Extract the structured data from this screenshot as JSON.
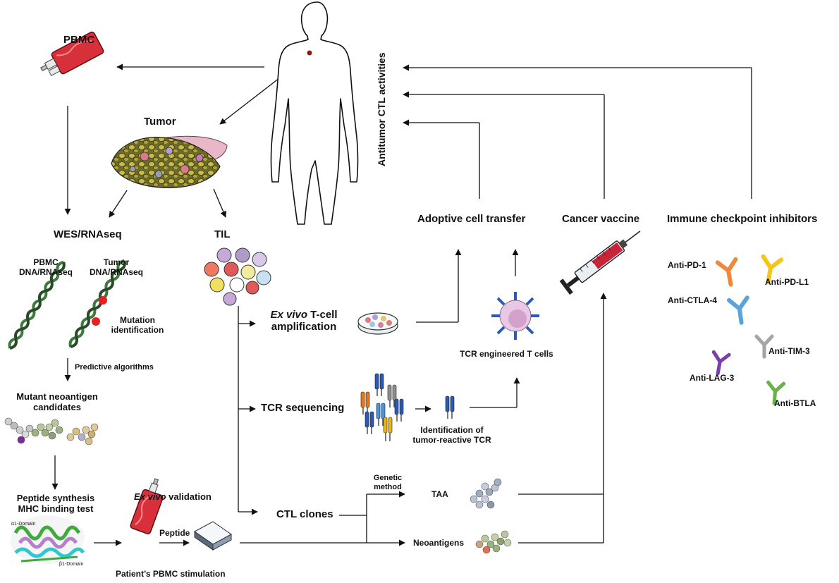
{
  "labels": {
    "pbmc": "PBMC",
    "tumor": "Tumor",
    "wes_rnaseq": "WES/RNAseq",
    "til": "TIL",
    "pbmc_seq_line1": "PBMC",
    "pbmc_seq_line2": "DNA/RNAseq",
    "tumor_seq_line1": "Tumor",
    "tumor_seq_line2": "DNA/RNAseq",
    "mutation_line1": "Mutation",
    "mutation_line2": "identification",
    "predictive_algorithms": "Predictive algorithms",
    "neoantigen_line1": "Mutant neoantigen",
    "neoantigen_line2": "candidates",
    "peptide_synthesis_line1": "Peptide synthesis",
    "peptide_synthesis_line2": "MHC binding test",
    "exvivo_validation_em": "Ex vivo",
    "exvivo_validation_rest": " validation",
    "peptide": "Peptide",
    "pbmc_stimulation": "Patient’s PBMC stimulation",
    "exvivo_amp_em": "Ex vivo",
    "exvivo_amp_rest": " T-cell",
    "exvivo_amp_line2": "amplification",
    "tcr_sequencing": "TCR sequencing",
    "identification_line1": "Identification of",
    "identification_line2": "tumor-reactive TCR",
    "tcr_engineered": "TCR engineered T cells",
    "ctl_clones": "CTL clones",
    "genetic_line1": "Genetic",
    "genetic_line2": "method",
    "taa": "TAA",
    "neoantigens": "Neoantigens",
    "adoptive": "Adoptive cell transfer",
    "vaccine": "Cancer vaccine",
    "checkpoint": "Immune checkpoint inhibitors",
    "antitumor": "Antitumor CTL activities",
    "domain_a1": "α1-Domain",
    "domain_b1": "β1-Domain"
  },
  "antibodies": [
    {
      "label": "Anti-PD-1",
      "color": "#f0883a"
    },
    {
      "label": "Anti-PD-L1",
      "color": "#f5c518"
    },
    {
      "label": "Anti-CTLA-4",
      "color": "#5ba3dc"
    },
    {
      "label": "Anti-TIM-3",
      "color": "#a5a5a5"
    },
    {
      "label": "Anti-LAG-3",
      "color": "#7b3fa8"
    },
    {
      "label": "Anti-BTLA",
      "color": "#6ab04c"
    }
  ],
  "colors": {
    "blood_bag": "#d8303a",
    "dna_green": "#3c7a3e",
    "mutation_dot": "#e52020",
    "tcr_blue": "#2a5ab4",
    "tcr_orange": "#e5761a",
    "tcr_gray": "#8f8f8f",
    "tcr_yellow": "#e9b60c",
    "tcr_lightblue": "#4c94d8",
    "syringe_liquid": "#c8243a"
  }
}
